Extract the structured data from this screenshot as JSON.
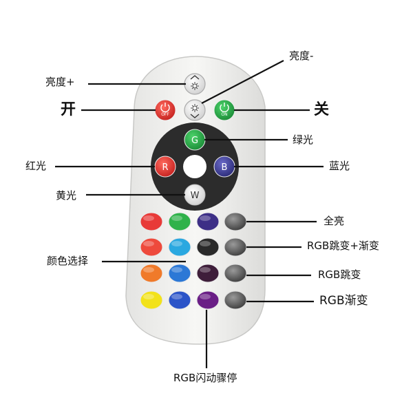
{
  "remote": {
    "buttons": {
      "off_text": "OFF",
      "on_text": "ON",
      "green_letter": "G",
      "red_letter": "R",
      "blue_letter": "B",
      "white_letter": "W"
    },
    "color_grid": [
      [
        "#e83a38",
        "#2fb24a",
        "#3d2f86"
      ],
      [
        "#ee4a3c",
        "#2aa8e0",
        "#2a2a2a"
      ],
      [
        "#f07a2a",
        "#2c78d6",
        "#3e1e3a"
      ],
      [
        "#f2e21a",
        "#2b54c8",
        "#6a1e86"
      ]
    ]
  },
  "labels": {
    "brightness_up": "亮度+",
    "brightness_down": "亮度-",
    "power_on": "开",
    "power_off": "关",
    "green_light": "绿光",
    "red_light": "红光",
    "blue_light": "蓝光",
    "yellow_light": "黄光",
    "full_bright": "全亮",
    "rgb_jump_fade": "RGB跳变+渐变",
    "color_select": "颜色选择",
    "rgb_jump": "RGB跳变",
    "rgb_fade": "RGB渐变",
    "rgb_flash_pause": "RGB闪动骤停"
  }
}
